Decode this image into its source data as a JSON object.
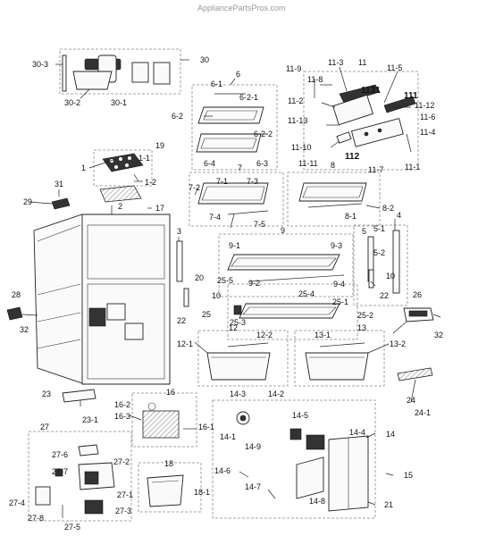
{
  "watermark": "AppliancePartsPros.com",
  "labels": {
    "p30_3": "30-3",
    "p30": "30",
    "p30_2": "30-2",
    "p30_1": "30-1",
    "p6": "6",
    "p6_1": "6-1",
    "p6_2_1": "6-2-1",
    "p6_2": "6-2",
    "p6_2_2": "6-2-2",
    "p6_4": "6-4",
    "p6_3": "6-3",
    "p11_9": "11-9",
    "p11_3": "11-3",
    "p11": "11",
    "p11_5": "11-5",
    "p11_8": "11-8",
    "p1131": "1131",
    "p11_2": "11-2",
    "p111": "111",
    "p11_12": "11-12",
    "p11_13": "11-13",
    "p11_6": "11-6",
    "p11_4": "11-4",
    "p11_10": "11-10",
    "p112": "112",
    "p11_11": "11-11",
    "p8": "8",
    "p11_7": "11-7",
    "p11_1": "11-1",
    "p19": "19",
    "p1": "1",
    "p1_1": "1-1",
    "p1_2": "1-2",
    "p7": "7",
    "p7_1": "7-1",
    "p7_3": "7-3",
    "p7_2": "7-2",
    "p7_4": "7-4",
    "p7_5": "7-5",
    "p8_2": "8-2",
    "p8_1": "8-1",
    "p31": "31",
    "p29": "29",
    "p2": "2",
    "p17": "17",
    "p4": "4",
    "p3": "3",
    "p9": "9",
    "p5": "5",
    "p5_1": "5-1",
    "p9_1": "9-1",
    "p9_3": "9-3",
    "p5_2": "5-2",
    "p20": "20",
    "p9_2": "9-2",
    "p9_4": "9-4",
    "p10a": "10",
    "p10b": "10",
    "p25_5": "25-5",
    "p25_4": "25-4",
    "p22a": "22",
    "p22b": "22",
    "p28": "28",
    "p26": "26",
    "p25": "25",
    "p25_1": "25-1",
    "p25_2": "25-2",
    "p25_3": "25-3",
    "p32a": "32",
    "p32b": "32",
    "p12": "12",
    "p12_1": "12-1",
    "p12_2": "12-2",
    "p13": "13",
    "p13_1": "13-1",
    "p13_2": "13-2",
    "p24": "24",
    "p24_1": "24-1",
    "p23": "23",
    "p23_1": "23-1",
    "p16": "16",
    "p16_2": "16-2",
    "p16_3": "16-3",
    "p16_1": "16-1",
    "p14_2": "14-2",
    "p14_3": "14-3",
    "p14_5": "14-5",
    "p14_1": "14-1",
    "p14_4": "14-4",
    "p14": "14",
    "p14_9": "14-9",
    "p27": "27",
    "p27_6": "27-6",
    "p27_2": "27-2",
    "p27_7": "27-7",
    "p18": "18",
    "p14_6": "14-6",
    "p15": "15",
    "p27_1": "27-1",
    "p18_1": "18-1",
    "p14_7": "14-7",
    "p27_4": "27-4",
    "p27_3": "27-3",
    "p14_8": "14-8",
    "p21": "21",
    "p27_8": "27-8",
    "p27_5": "27-5"
  }
}
